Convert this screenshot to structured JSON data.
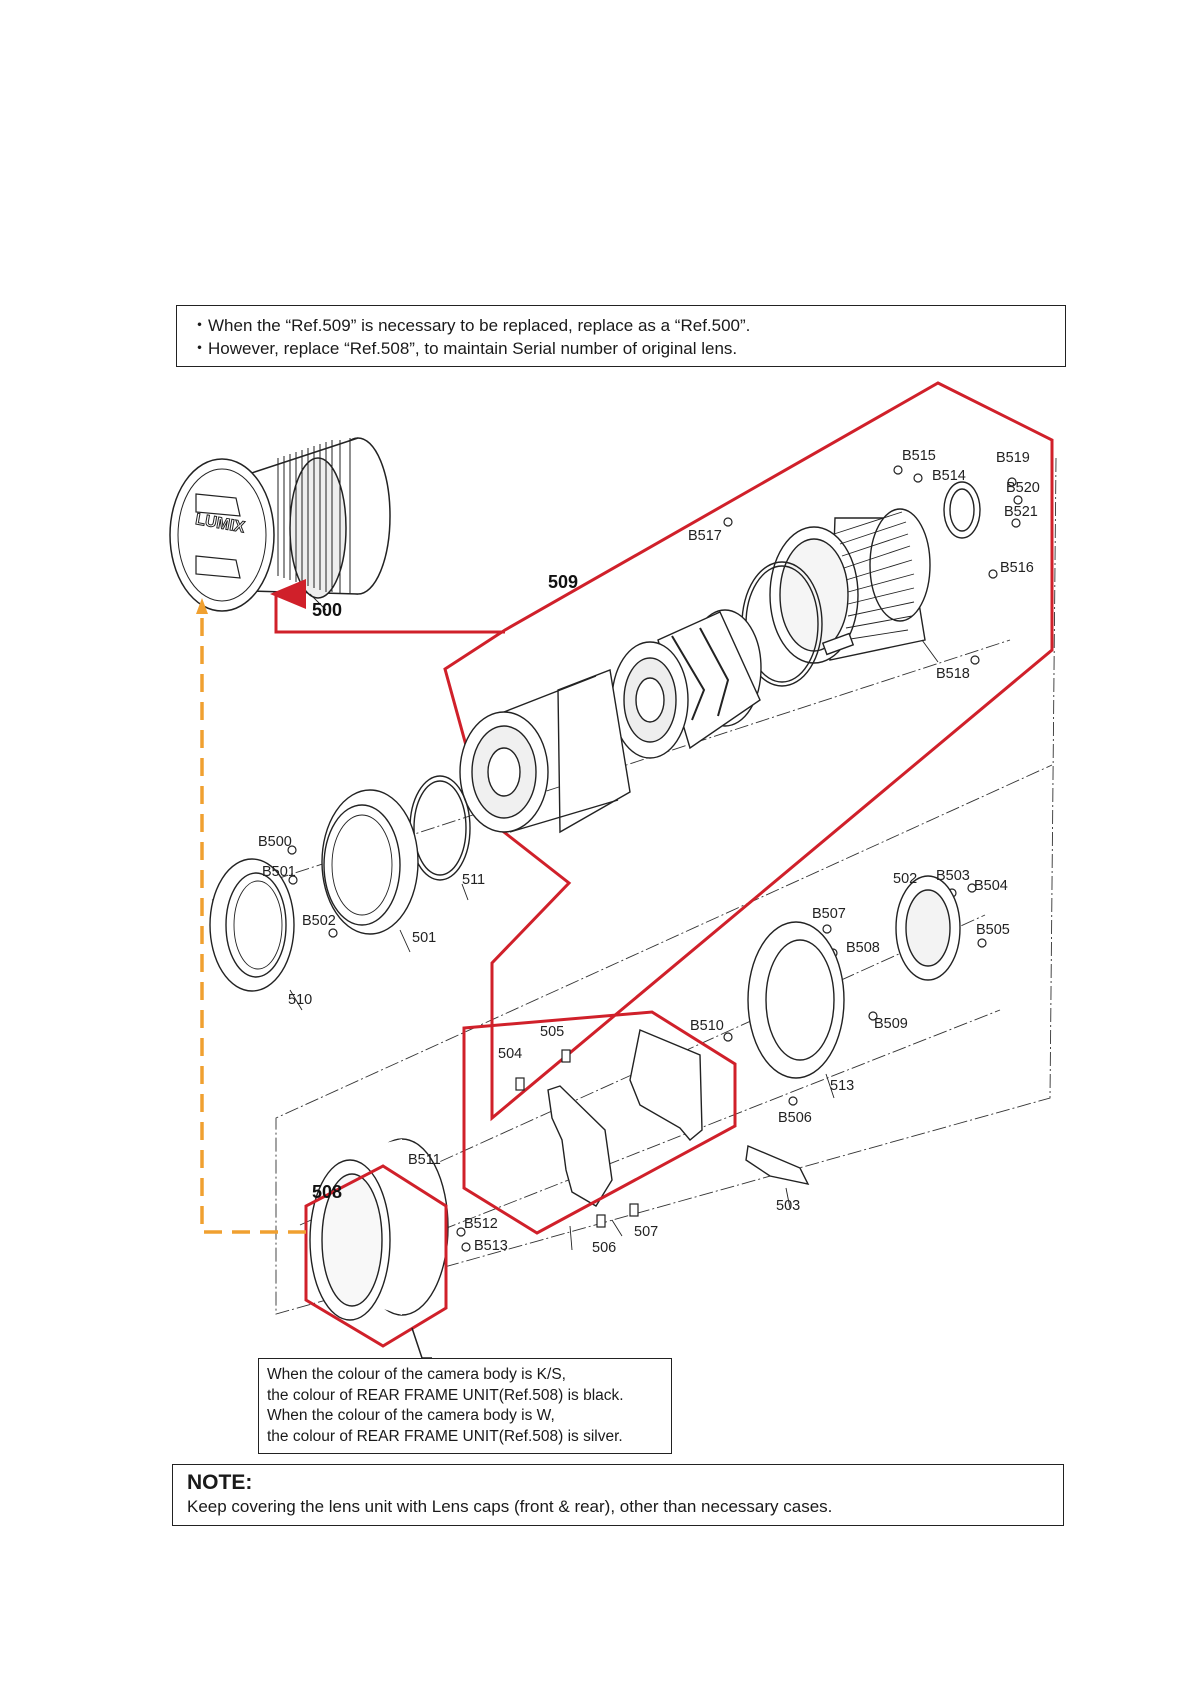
{
  "top_note": {
    "lines": [
      "・When the “Ref.509” is necessary to be replaced, replace as a “Ref.500”.",
      "・However, replace “Ref.508”, to maintain Serial number of original lens."
    ]
  },
  "colour_note": {
    "lines": [
      "When the colour of the camera body is K/S,",
      "the colour of REAR FRAME UNIT(Ref.508) is black.",
      "When the colour of the camera body is W,",
      "the colour of REAR FRAME UNIT(Ref.508) is silver."
    ]
  },
  "bottom_note": {
    "title": "NOTE:",
    "body": "Keep covering the lens unit with Lens caps (front & rear), other than necessary cases."
  },
  "lens_cap_brand": "LUMIX",
  "assemblies": {
    "a500": "500",
    "a509": "509",
    "a508": "508"
  },
  "parts": {
    "p501": "501",
    "p502": "502",
    "p503": "503",
    "p504": "504",
    "p505": "505",
    "p506": "506",
    "p507": "507",
    "p510": "510",
    "p511": "511",
    "p513": "513"
  },
  "screws": {
    "B500": "B500",
    "B501": "B501",
    "B502": "B502",
    "B503": "B503",
    "B504": "B504",
    "B505": "B505",
    "B506": "B506",
    "B507": "B507",
    "B508": "B508",
    "B509": "B509",
    "B510": "B510",
    "B511": "B511",
    "B512": "B512",
    "B513": "B513",
    "B514": "B514",
    "B515": "B515",
    "B516": "B516",
    "B517": "B517",
    "B518": "B518",
    "B519": "B519",
    "B520": "B520",
    "B521": "B521"
  },
  "colors": {
    "outline": "#d0202a",
    "replacement_arrow": "#f0a030",
    "line": "#222222"
  }
}
